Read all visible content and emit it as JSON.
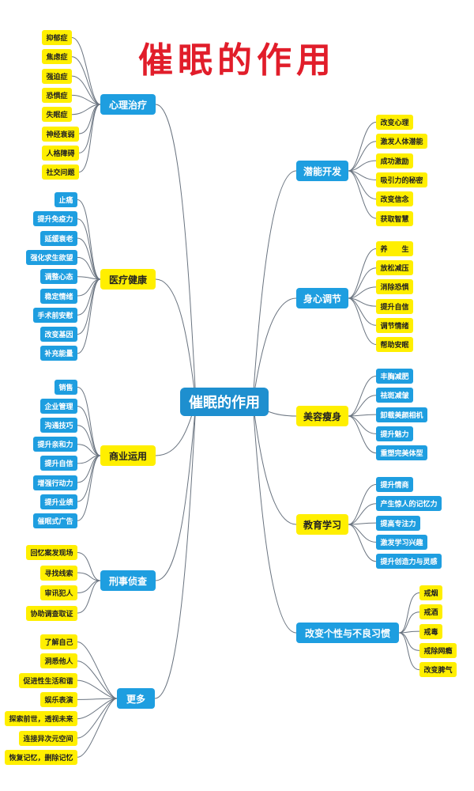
{
  "title": "催眠的作用",
  "center": "催眠的作用",
  "colors": {
    "yellow": "#ffef00",
    "blue": "#1e9ee0",
    "title_red": "#e11d2a",
    "line": "#6a7480"
  },
  "categories": [
    {
      "label": "心理治疗",
      "items": [
        "抑郁症",
        "焦虑症",
        "强迫症",
        "恐惧症",
        "失眠症",
        "神经衰弱",
        "人格障碍",
        "社交问题"
      ]
    },
    {
      "label": "医疗健康",
      "items": [
        "止痛",
        "提升免疫力",
        "延缓衰老",
        "强化求生欲望",
        "调整心态",
        "稳定情绪",
        "手术前安慰",
        "改变基因",
        "补充能量"
      ]
    },
    {
      "label": "商业运用",
      "items": [
        "销售",
        "企业管理",
        "沟通技巧",
        "提升亲和力",
        "提升自信",
        "增强行动力",
        "提升业绩",
        "催眠式广告"
      ]
    },
    {
      "label": "刑事侦查",
      "items": [
        "回忆案发现场",
        "寻找线索",
        "审讯犯人",
        "协助调查取证"
      ]
    },
    {
      "label": "更多",
      "items": [
        "了解自己",
        "洞悉他人",
        "促进性生活和谐",
        "娱乐表演",
        "探索前世，透视未来",
        "连接异次元空间",
        "恢复记忆，删除记忆"
      ]
    },
    {
      "label": "潜能开发",
      "items": [
        "改变心理",
        "激发人体潜能",
        "成功激励",
        "吸引力的秘密",
        "改变信念",
        "获取智慧"
      ]
    },
    {
      "label": "身心调节",
      "items": [
        "养　　生",
        "放松减压",
        "消除恐惧",
        "提升自信",
        "调节情绪",
        "帮助安眠"
      ]
    },
    {
      "label": "美容瘦身",
      "items": [
        "丰胸减肥",
        "祛斑减皱",
        "卸载美颜相机",
        "提升魅力",
        "重塑完美体型"
      ]
    },
    {
      "label": "教育学习",
      "items": [
        "提升情商",
        "产生惊人的记忆力",
        "提高专注力",
        "激发学习兴趣",
        "提升创造力与灵感"
      ]
    },
    {
      "label": "改变个性与不良习惯",
      "items": [
        "戒烟",
        "戒酒",
        "戒毒",
        "戒除网瘾",
        "改变脾气"
      ]
    }
  ]
}
